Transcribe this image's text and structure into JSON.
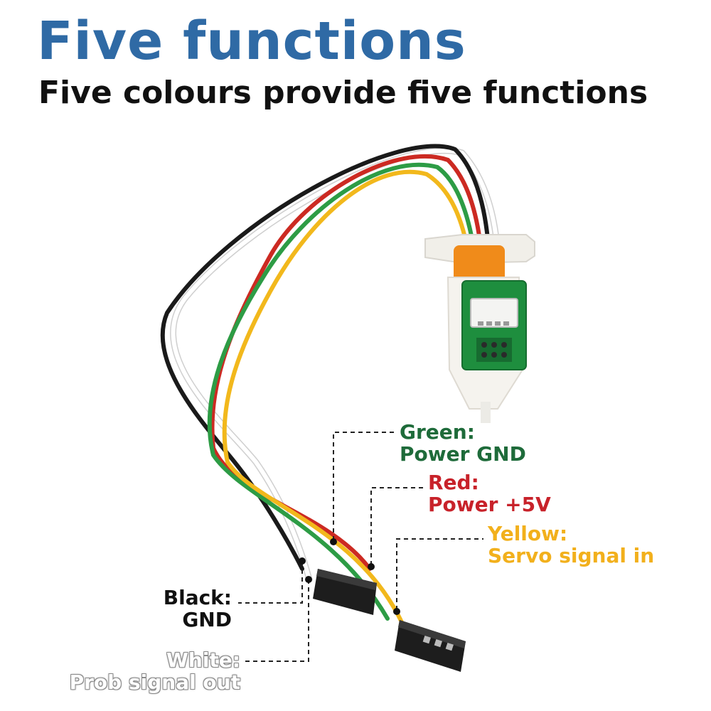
{
  "header": {
    "title": "Five functions",
    "subtitle": "Five colours provide five functions"
  },
  "colors": {
    "title": "#2f6aa5",
    "subtitle": "#111111",
    "green": "#1e6b3a",
    "red": "#c8222a",
    "yellow": "#f2b01c",
    "black": "#111111",
    "white_outline": "#8a8a8a"
  },
  "labels": {
    "green": {
      "name": "Green:",
      "function": "Power GND"
    },
    "red": {
      "name": "Red:",
      "function": "Power +5V"
    },
    "yellow": {
      "name": "Yellow:",
      "function": "Servo signal in"
    },
    "black": {
      "name": "Black:",
      "function": "GND"
    },
    "white": {
      "name": "White:",
      "function": "Prob signal out"
    }
  }
}
